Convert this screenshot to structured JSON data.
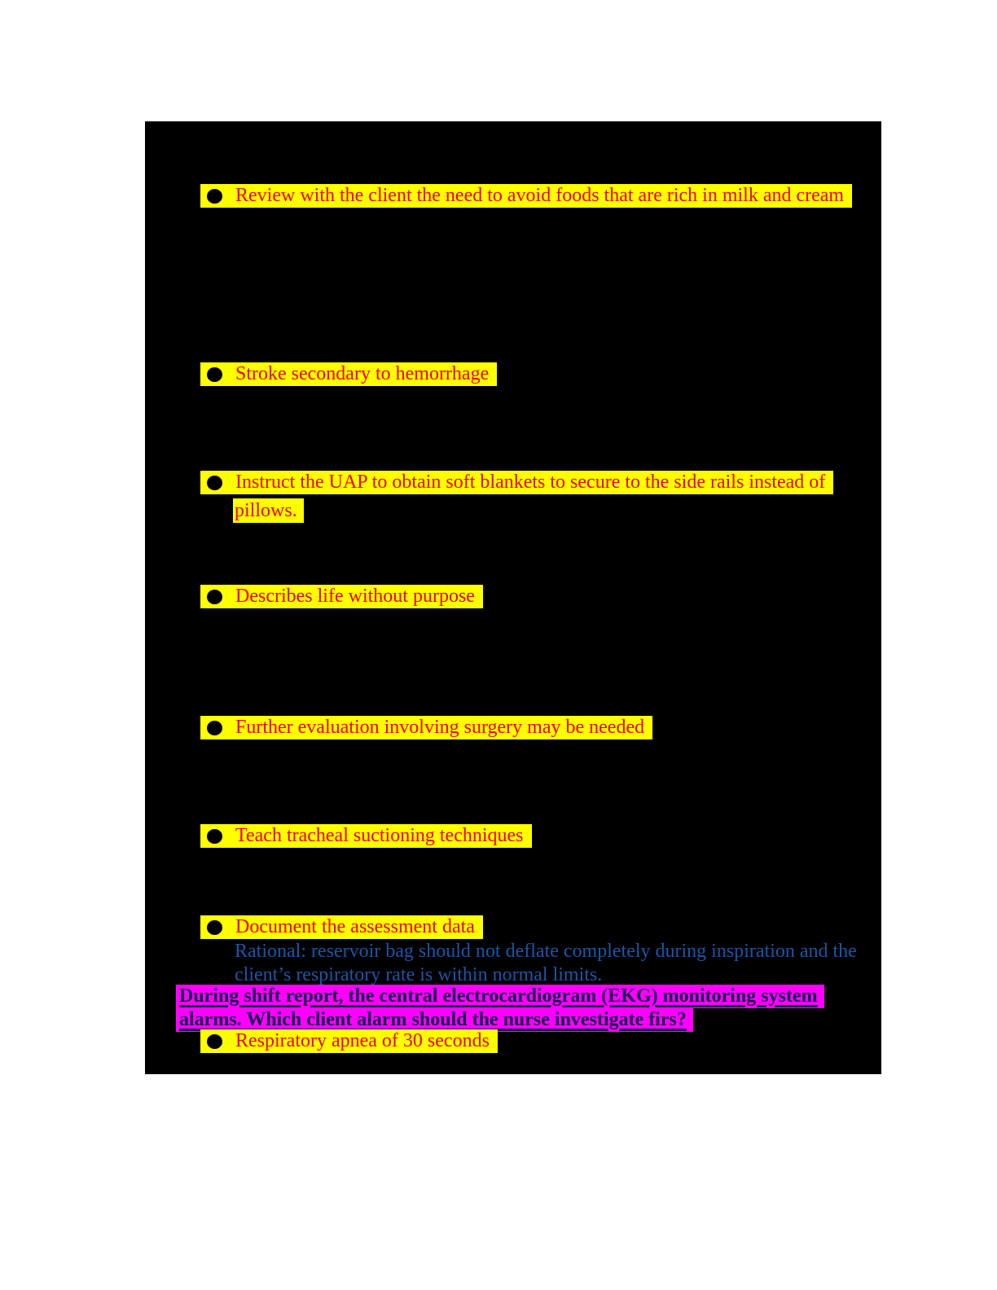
{
  "colors": {
    "page_bg": "#ffffff",
    "canvas_bg": "#000000",
    "highlight_yellow": "#ffff00",
    "highlight_magenta": "#ff00ff",
    "answer_red": "#ee0000",
    "rationale_blue": "#1a56a8",
    "question_navy": "#15154e",
    "bullet_black": "#000000"
  },
  "options": [
    {
      "label": "Review with the client the need to avoid foods that are rich in milk and cream"
    },
    {
      "label": "Stroke secondary to hemorrhage"
    },
    {
      "label_line1": "Instruct the UAP to obtain soft blankets to secure to the side rails instead of",
      "label_line2": "pillows."
    },
    {
      "label": "Describes life without purpose"
    },
    {
      "label": "Further evaluation involving surgery may be needed"
    },
    {
      "label": "Teach tracheal suctioning techniques"
    },
    {
      "label": "Document the assessment data"
    },
    {
      "label": "Respiratory apnea of 30 seconds"
    }
  ],
  "rationale": {
    "line1": "Rational: reservoir bag should not deflate completely during inspiration and the",
    "line2": "client’s respiratory rate is within normal limits."
  },
  "question": {
    "line1": "During shift report, the central electrocardiogram (EKG) monitoring system",
    "line2": "alarms. Which client alarm should the nurse investigate firs?"
  }
}
